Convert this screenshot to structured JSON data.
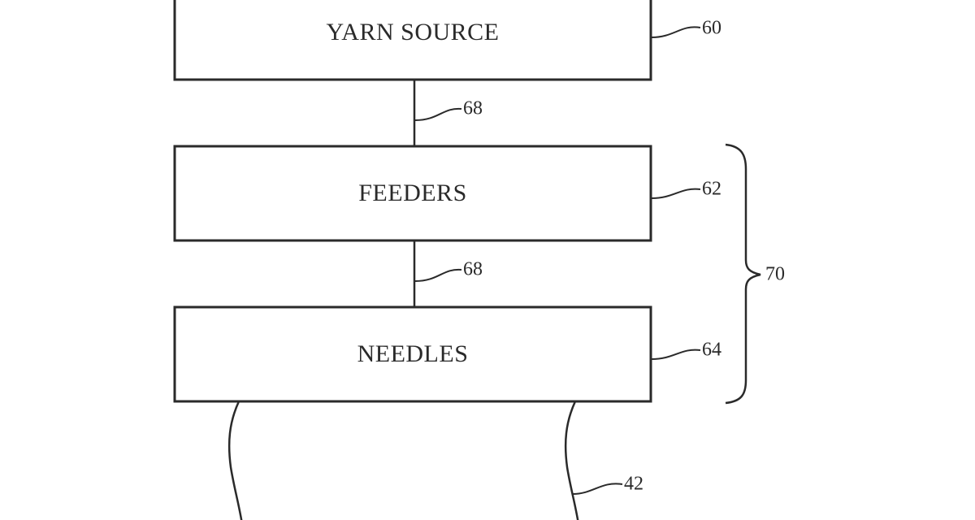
{
  "diagram": {
    "type": "patent-block-diagram",
    "blocks": [
      {
        "id": "yarn-source",
        "label": "YARN SOURCE",
        "ref": "60"
      },
      {
        "id": "feeders",
        "label": "FEEDERS",
        "ref": "62"
      },
      {
        "id": "needles",
        "label": "NEEDLES",
        "ref": "64"
      }
    ],
    "connections": [
      {
        "from": "yarn-source",
        "to": "feeders",
        "ref": "68"
      },
      {
        "from": "feeders",
        "to": "needles",
        "ref": "68"
      }
    ],
    "bracket": {
      "groups": [
        "feeders",
        "needles"
      ],
      "ref": "70"
    },
    "output_strand": {
      "from": "needles",
      "ref": "42"
    }
  }
}
